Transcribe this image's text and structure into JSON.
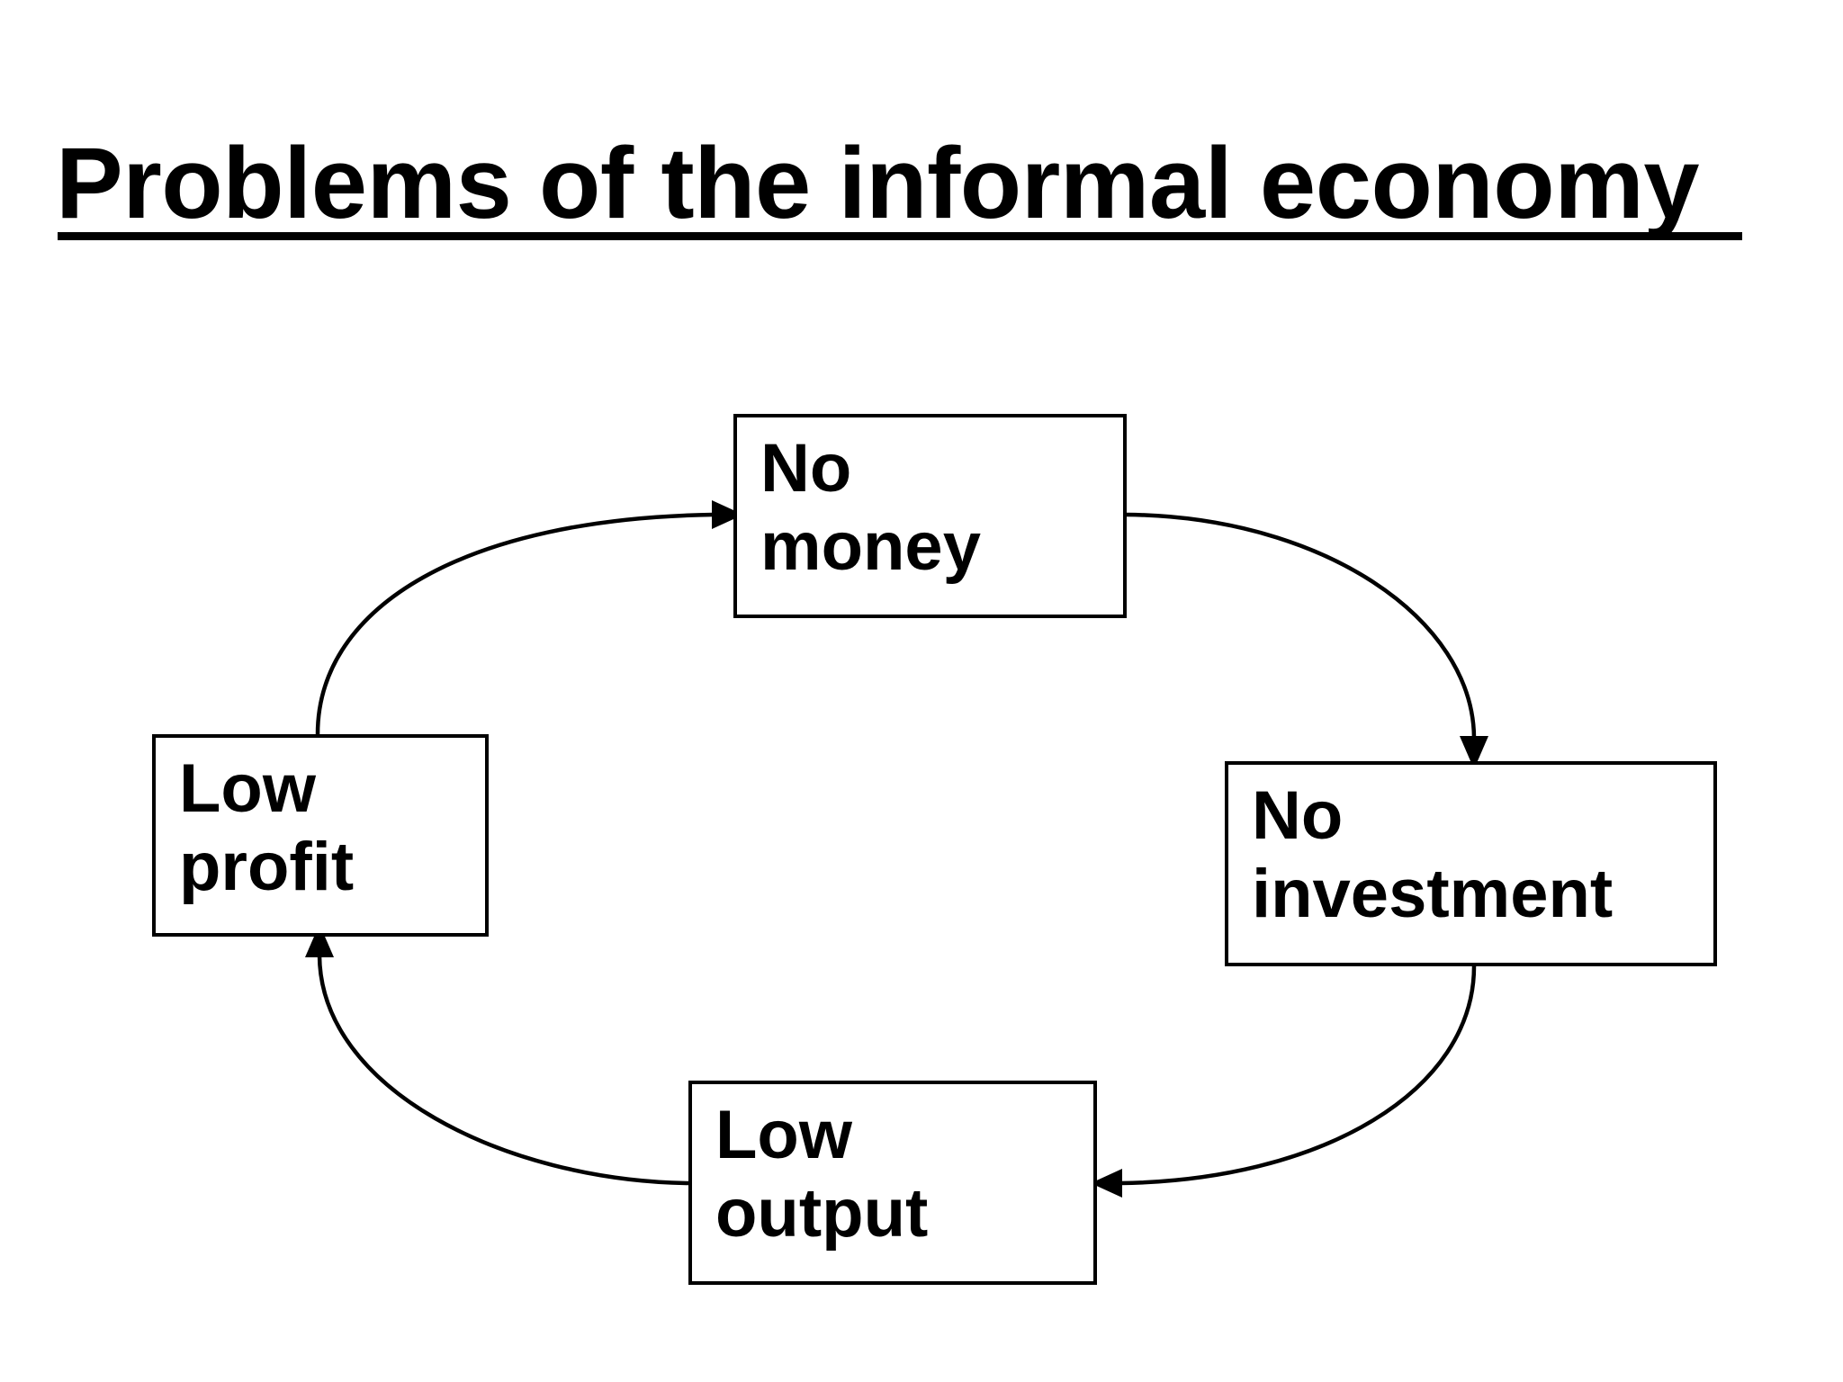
{
  "slide": {
    "title": "Problems of the informal economy",
    "background_color": "#ffffff",
    "ink_color": "#000000"
  },
  "diagram": {
    "type": "cycle",
    "direction": "clockwise",
    "nodes": [
      {
        "id": "no-money",
        "label": "No\nmoney",
        "position": "top"
      },
      {
        "id": "no-investment",
        "label": "No\ninvestment",
        "position": "right"
      },
      {
        "id": "low-output",
        "label": "Low\noutput",
        "position": "bottom"
      },
      {
        "id": "low-profit",
        "label": "Low\nprofit",
        "position": "left"
      }
    ],
    "edges": [
      {
        "from": "no-money",
        "to": "no-investment",
        "arrowhead": "to"
      },
      {
        "from": "no-investment",
        "to": "low-output",
        "arrowhead": "to"
      },
      {
        "from": "low-output",
        "to": "low-profit",
        "arrowhead": "to"
      },
      {
        "from": "low-profit",
        "to": "no-money",
        "arrowhead": "to"
      }
    ]
  }
}
